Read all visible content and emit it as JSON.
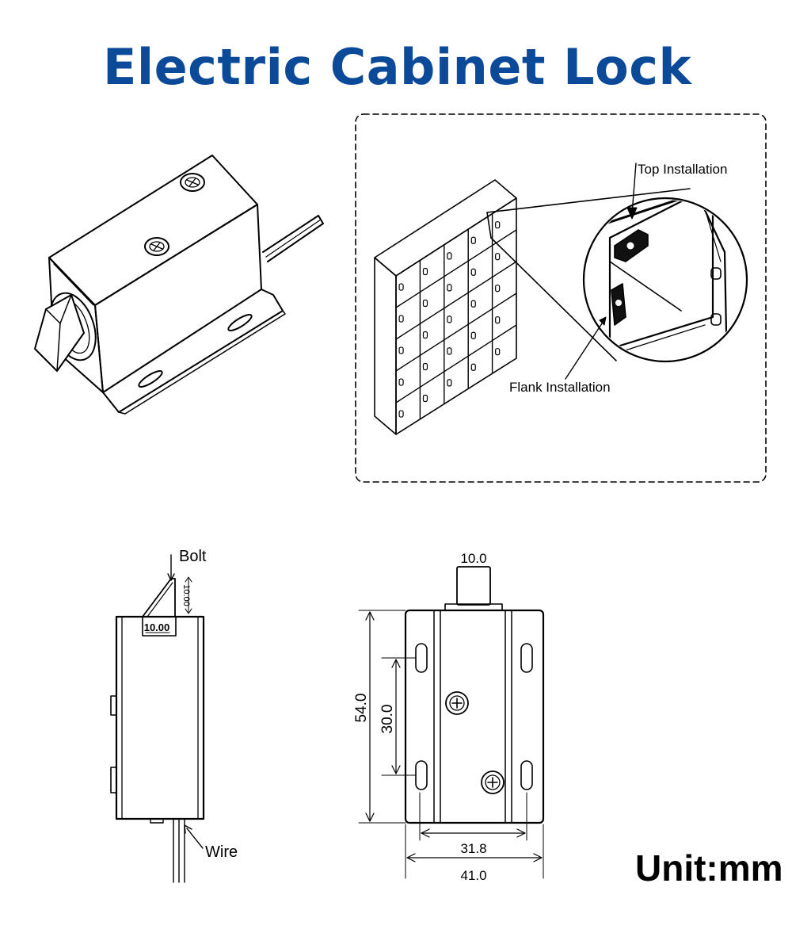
{
  "title": "Electric Cabinet Lock",
  "unit": "Unit:mm",
  "colors": {
    "title": "#0b4a99",
    "line": "#000000",
    "background": "#ffffff"
  },
  "installation": {
    "top_label": "Top Installation",
    "flank_label": "Flank Installation"
  },
  "side_view": {
    "bolt_label": "Bolt",
    "wire_label": "Wire",
    "bolt_height": "10.00",
    "bolt_width": "10.00"
  },
  "front_view": {
    "bolt_width": "10.0",
    "height": "54.0",
    "hole_spacing": "30.0",
    "slot_spacing": "31.8",
    "width": "41.0"
  }
}
